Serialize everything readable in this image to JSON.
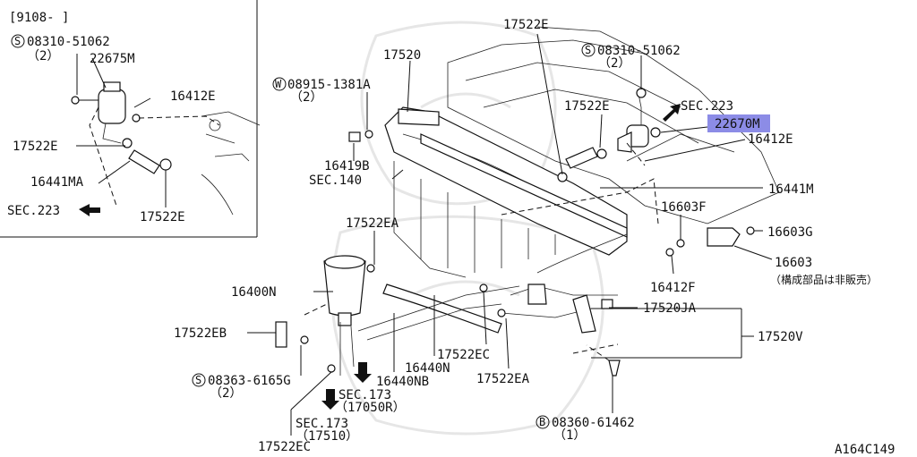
{
  "inset": {
    "range": "[9108-    ]",
    "bolt_symbol": "S",
    "bolt_part": "08310-51062",
    "bolt_qty": "（2）",
    "p_22675m": "22675M",
    "p_16412e": "16412E",
    "p_17522e_left": "17522E",
    "p_16441ma": "16441MA",
    "p_17522e_bottom": "17522E",
    "sec223": "SEC.223"
  },
  "main": {
    "p_17520": "17520",
    "w_symbol": "W",
    "w_part": "08915-1381A",
    "w_qty": "（2）",
    "p_16419b": "16419B",
    "sec140": "SEC.140",
    "p_17522e_top": "17522E",
    "s_symbol_top": "S",
    "s_part_top": "08310-51062",
    "s_qty_top": "（2）",
    "sec223": "SEC.223",
    "p_17522e_mid": "17522E",
    "p_22670m": "22670M",
    "p_16412e": "16412E",
    "p_16441m": "16441M",
    "p_16603f": "16603F",
    "p_16603g": "16603G",
    "p_16603": "16603",
    "p_16603_note": "（構成部品は非販売）",
    "p_16412f": "16412F",
    "p_17522ea_top": "17522EA",
    "p_16400n": "16400N",
    "p_17522eb": "17522EB",
    "s_symbol_mid": "S",
    "s_part_mid": "08363-6165G",
    "s_qty_mid": "（2）",
    "p_17522ec_mid": "17522EC",
    "p_16440n": "16440N",
    "p_16440nb": "16440NB",
    "p_17522ea_bottom": "17522EA",
    "sec173_a": "SEC.173",
    "sec173_a_sub": "（17050R）",
    "sec173_b": "SEC.173",
    "sec173_b_sub": "（17510）",
    "p_17522ec_bottom": "17522EC",
    "p_17520ja": "17520JA",
    "p_17520v": "17520V",
    "b_symbol": "B",
    "b_part": "08360-61462",
    "b_qty": "（1）",
    "ref_code": "A164C149"
  },
  "colors": {
    "highlight": "#8c8ce6",
    "ink": "#111111"
  }
}
